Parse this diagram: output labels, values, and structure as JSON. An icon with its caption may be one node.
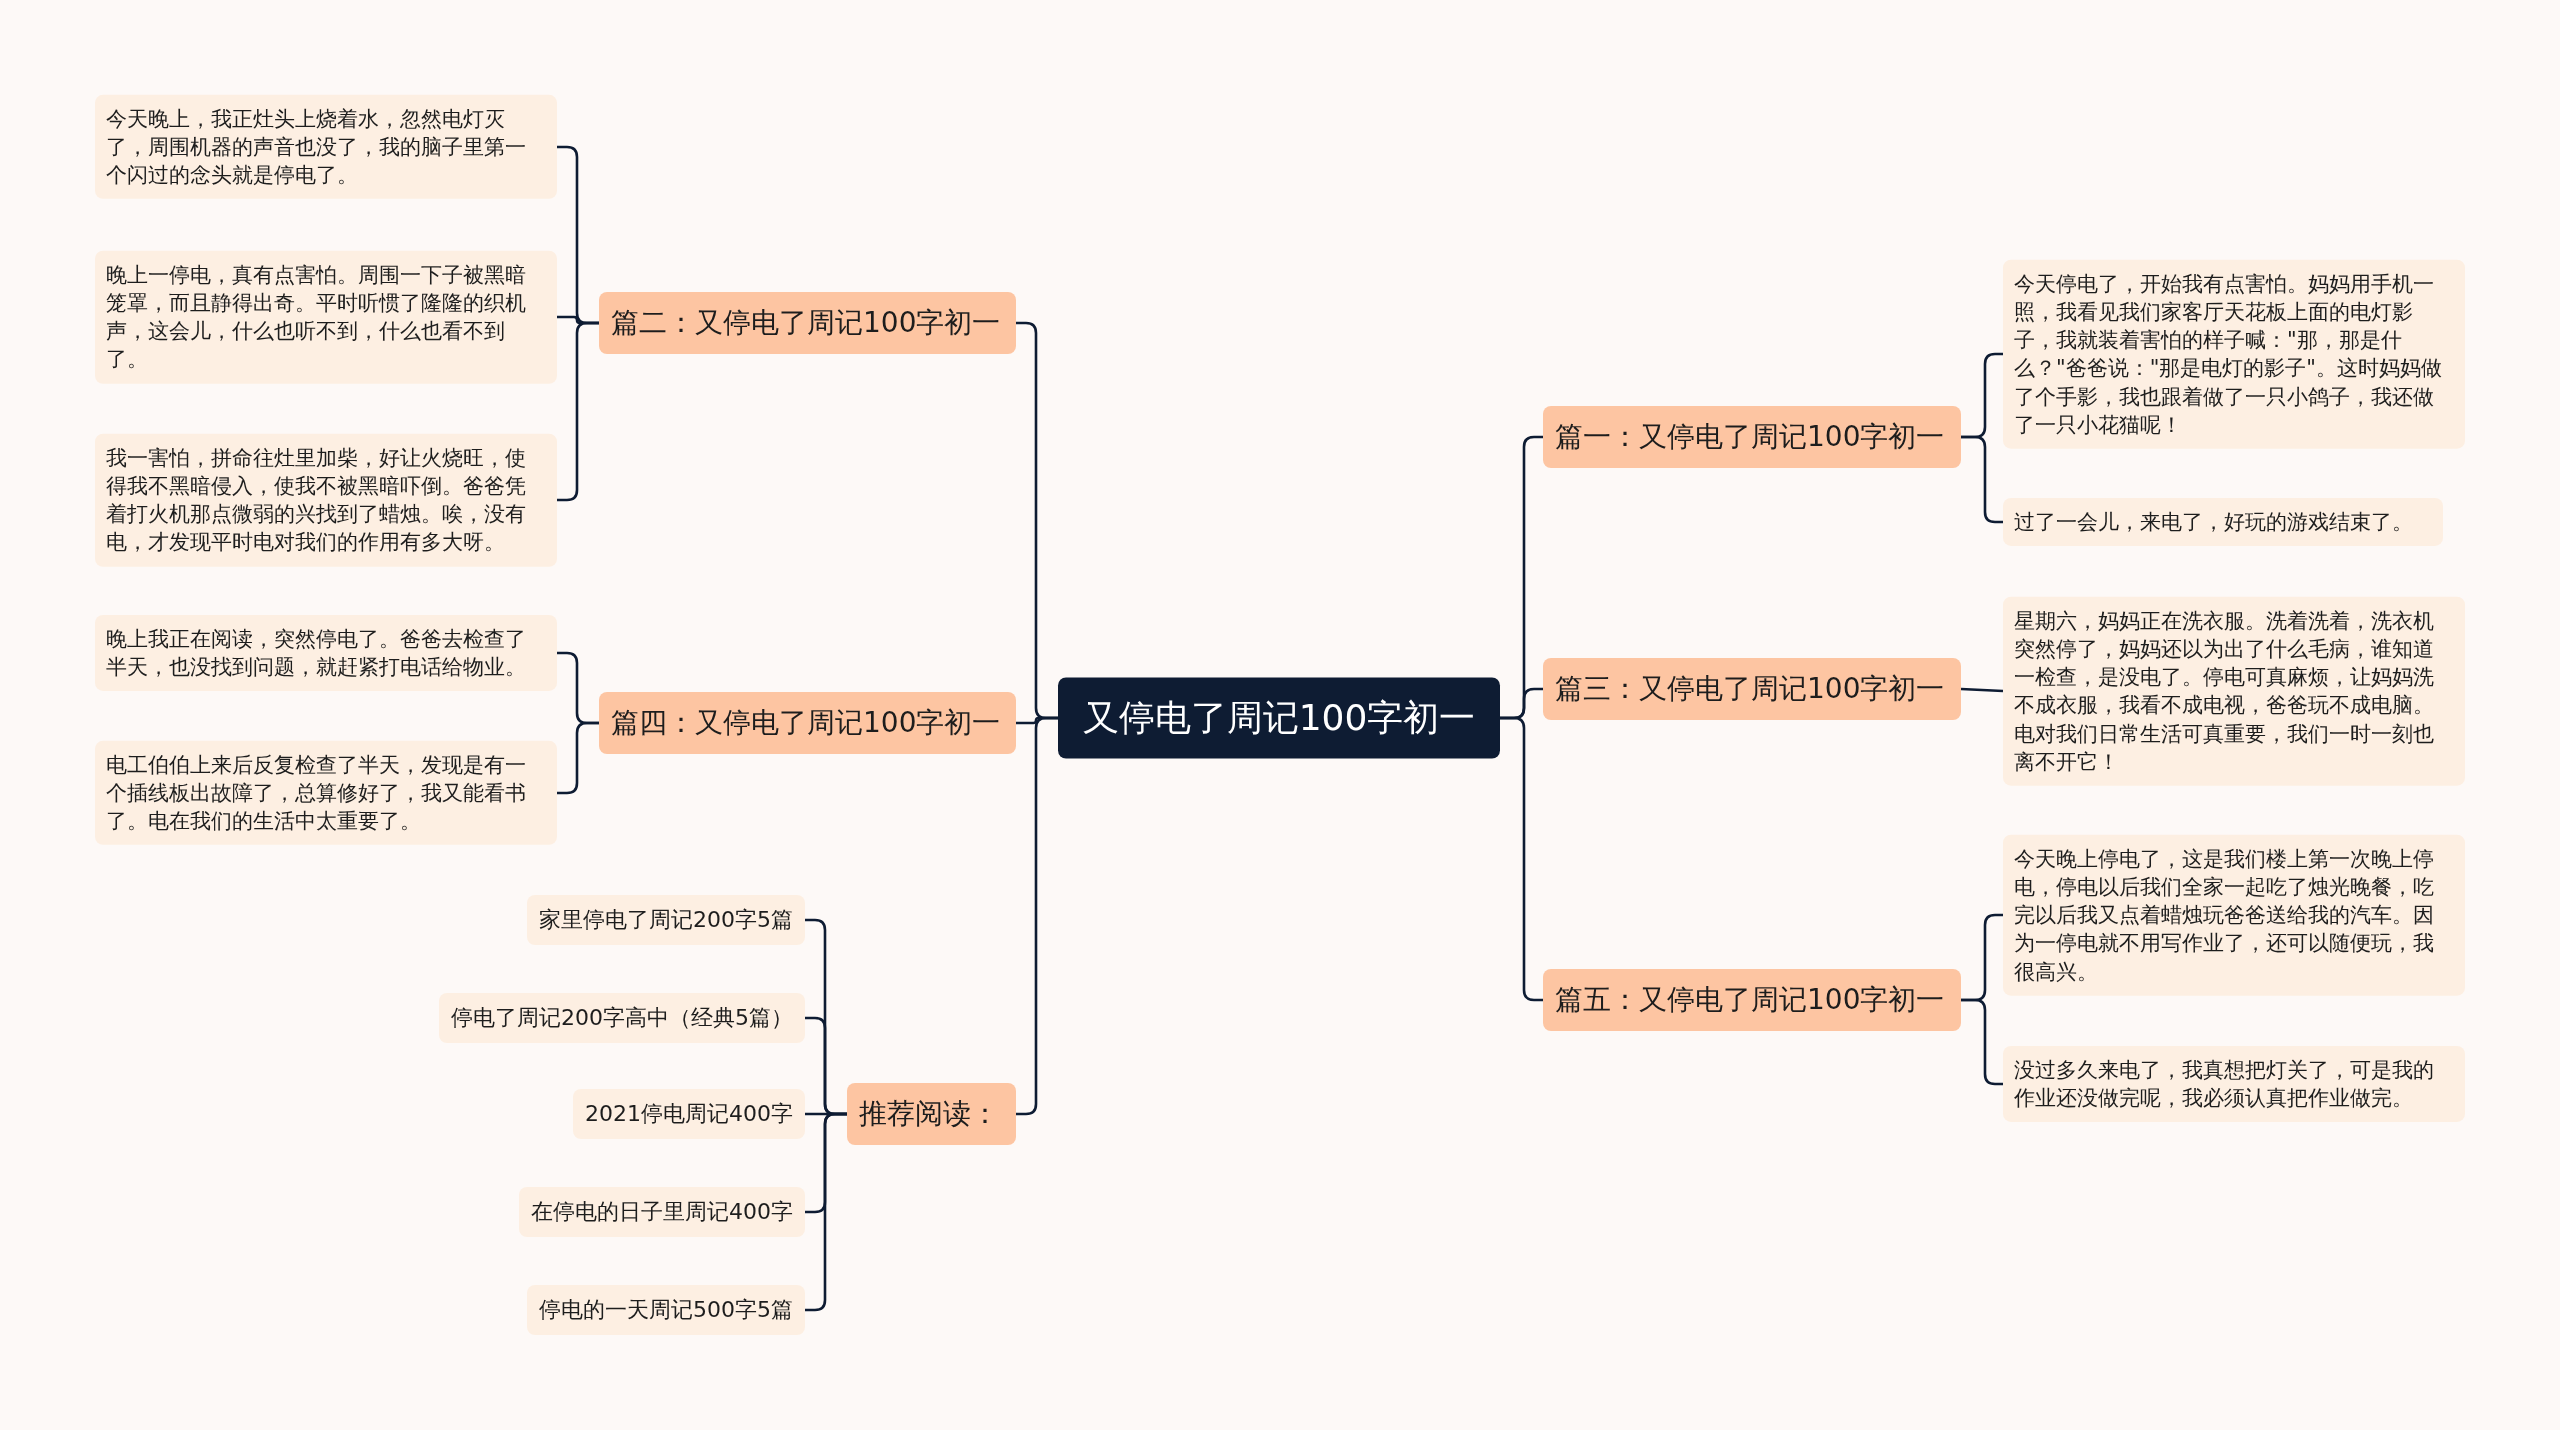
{
  "diagram": {
    "nodes": [
      {
        "text": [
          "又停电了周记100字初一"
        ]
      },
      {
        "text": [
          "篇一：又停电了周记100字初一"
        ]
      },
      {
        "text": [
          "今天停电了，开始我有点害怕。妈妈用手机一照，我看见我们家客厅天花板上面的电灯影子，我就装着害怕的样子喊：\"那，那是什么？\"爸爸说：\"那是电灯的影子\"。这时妈妈做了个手影，我也跟着做了一只小鸽子，我还做了一只小花猫呢！"
        ]
      },
      {
        "text": [
          "过了一会儿，来电了，好玩的游戏结束了。"
        ]
      },
      {
        "text": [
          "篇二：又停电了周记100字初一"
        ]
      },
      {
        "text": [
          "今天晚上，我正灶头上烧着水，忽然电灯灭了，周围机器的声音也没了，我的脑子里第一个闪过的念头就是停电了。"
        ]
      },
      {
        "text": [
          "晚上一停电，真有点害怕。周围一下子被黑暗笼罩，而且静得出奇。平时听惯了隆隆的织机声，这会儿，什么也听不到，什么也看不到了。"
        ]
      },
      {
        "text": [
          "我一害怕，拼命往灶里加柴，好让火烧旺，使得我不黑暗侵入，使我不被黑暗吓倒。爸爸凭着打火机那点微弱的兴找到了蜡烛。唉，没有电，才发现平时电对我们的作用有多大呀。"
        ]
      },
      {
        "text": [
          "篇三：又停电了周记100字初一"
        ]
      },
      {
        "text": [
          "星期六，妈妈正在洗衣服。洗着洗着，洗衣机突然停了，妈妈还以为出了什么毛病，谁知道一检查，是没电了。停电可真麻烦，让妈妈洗不成衣服，我看不成电视，爸爸玩不成电脑。电对我们日常生活可真重要，我们一时一刻也离不开它！"
        ]
      },
      {
        "text": [
          "篇四：又停电了周记100字初一"
        ]
      },
      {
        "text": [
          "晚上我正在阅读，突然停电了。爸爸去检查了半天，也没找到问题，就赶紧打电话给物业。"
        ]
      },
      {
        "text": [
          "电工伯伯上来后反复检查了半天，发现是有一个插线板出故障了，总算修好了，我又能看书了。电在我们的生活中太重要了。"
        ]
      },
      {
        "text": [
          "篇五：又停电了周记100字初一"
        ]
      },
      {
        "text": [
          "今天晚上停电了，这是我们楼上第一次晚上停电，停电以后我们全家一起吃了烛光晚餐，吃完以后我又点着蜡烛玩爸爸送给我的汽车。因为一停电就不用写作业了，还可以随便玩，我很高兴。"
        ]
      },
      {
        "text": [
          "没过多久来电了，我真想把灯关了，可是我的作业还没做完呢，我必须认真把作业做完。"
        ]
      },
      {
        "text": [
          "推荐阅读："
        ]
      },
      {
        "text": [
          "家里停电了周记200字5篇"
        ]
      },
      {
        "text": [
          "停电了周记200字高中（经典5篇）"
        ]
      },
      {
        "text": [
          "2021停电周记400字"
        ]
      },
      {
        "text": [
          "在停电的日子里周记400字"
        ]
      },
      {
        "text": [
          "停电的一天周记500字5篇"
        ]
      }
    ],
    "edges": [
      {
        "from": 0,
        "to": 1,
        "arrow": "none"
      },
      {
        "from": 1,
        "to": 2,
        "arrow": "none"
      },
      {
        "from": 1,
        "to": 3,
        "arrow": "none"
      },
      {
        "from": 0,
        "to": 4,
        "arrow": "none"
      },
      {
        "from": 4,
        "to": 5,
        "arrow": "none"
      },
      {
        "from": 4,
        "to": 6,
        "arrow": "none"
      },
      {
        "from": 4,
        "to": 7,
        "arrow": "none"
      },
      {
        "from": 0,
        "to": 8,
        "arrow": "none"
      },
      {
        "from": 8,
        "to": 9,
        "arrow": "none"
      },
      {
        "from": 0,
        "to": 10,
        "arrow": "none"
      },
      {
        "from": 10,
        "to": 11,
        "arrow": "none"
      },
      {
        "from": 10,
        "to": 12,
        "arrow": "none"
      },
      {
        "from": 0,
        "to": 13,
        "arrow": "none"
      },
      {
        "from": 13,
        "to": 14,
        "arrow": "none"
      },
      {
        "from": 13,
        "to": 15,
        "arrow": "none"
      },
      {
        "from": 0,
        "to": 16,
        "arrow": "none"
      },
      {
        "from": 16,
        "to": 17,
        "arrow": "none"
      },
      {
        "from": 16,
        "to": 18,
        "arrow": "none"
      },
      {
        "from": 16,
        "to": 19,
        "arrow": "none"
      },
      {
        "from": 16,
        "to": 20,
        "arrow": "none"
      },
      {
        "from": 16,
        "to": 21,
        "arrow": "none"
      }
    ]
  }
}
